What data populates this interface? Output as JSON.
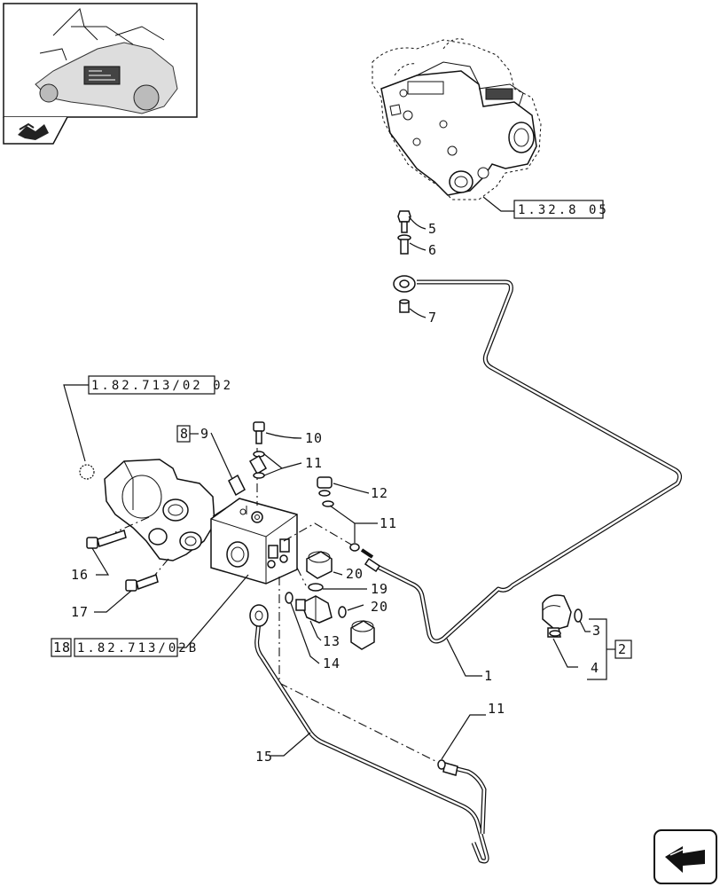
{
  "callouts": {
    "c1": "1",
    "c2": "2",
    "c3": "3",
    "c4": "4",
    "c5": "5",
    "c6": "6",
    "c7": "7",
    "c8": "8",
    "c9": "9",
    "c10": "10",
    "c11a": "11",
    "c11b": "11",
    "c11c": "11",
    "c12": "12",
    "c13": "13",
    "c14": "14",
    "c15": "15",
    "c16": "16",
    "c17": "17",
    "c18": "18",
    "c19": "19",
    "c20a": "20",
    "c20b": "20"
  },
  "references": {
    "ref_pump": "1.32.8 05",
    "ref_valve_top": "1.82.713/02 02",
    "ref_valve_bottom": "1.82.713/02B"
  },
  "icons": {
    "thumbnail": "tractor-transmission-thumbnail",
    "book": "manual-book-icon",
    "nav": "next-page-arrow-icon"
  }
}
